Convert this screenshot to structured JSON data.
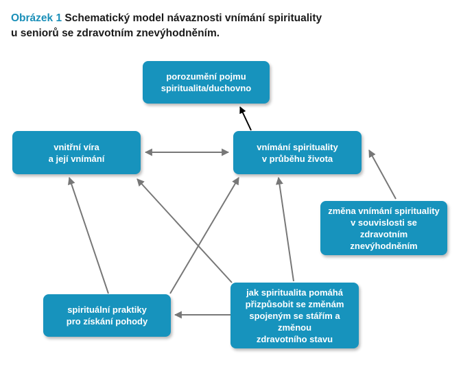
{
  "caption": {
    "label": "Obrázek 1",
    "title": "Schematický model návaznosti vnímání spirituality",
    "title_line2": "u seniorů se zdravotním znevýhodněním."
  },
  "nodes": {
    "porozumeni": "porozumění pojmu\nspiritualita/duchovno",
    "vnitrni": "vnitřní víra\na její vnímání",
    "vnimani": "vnímání spirituality\nv průběhu života",
    "zmena": "změna vnímání spirituality\nv souvislosti se zdravotním\nznevýhodněním",
    "praktiky": "spirituální praktiky\npro získání pohody",
    "pomaha": "jak spiritualita pomáhá\npřizpůsobit se změnám\nspojeným se stářím a změnou\nzdravotního stavu"
  },
  "colors": {
    "node_fill": "#1793bd",
    "caption_label": "#1a8fb8",
    "arrow_gray": "#777777",
    "arrow_black": "#000000"
  },
  "edges": [
    {
      "from": "vnimani",
      "to": "porozumeni",
      "style": "black"
    },
    {
      "from": "vnitrni",
      "to": "vnimani",
      "style": "gray",
      "bidirectional": true
    },
    {
      "from": "zmena",
      "to": "vnimani",
      "style": "gray"
    },
    {
      "from": "praktiky",
      "to": "vnitrni",
      "style": "gray"
    },
    {
      "from": "praktiky",
      "to": "vnimani",
      "style": "gray"
    },
    {
      "from": "pomaha",
      "to": "vnitrni",
      "style": "gray"
    },
    {
      "from": "pomaha",
      "to": "vnimani",
      "style": "gray"
    },
    {
      "from": "pomaha",
      "to": "praktiky",
      "style": "gray"
    }
  ]
}
